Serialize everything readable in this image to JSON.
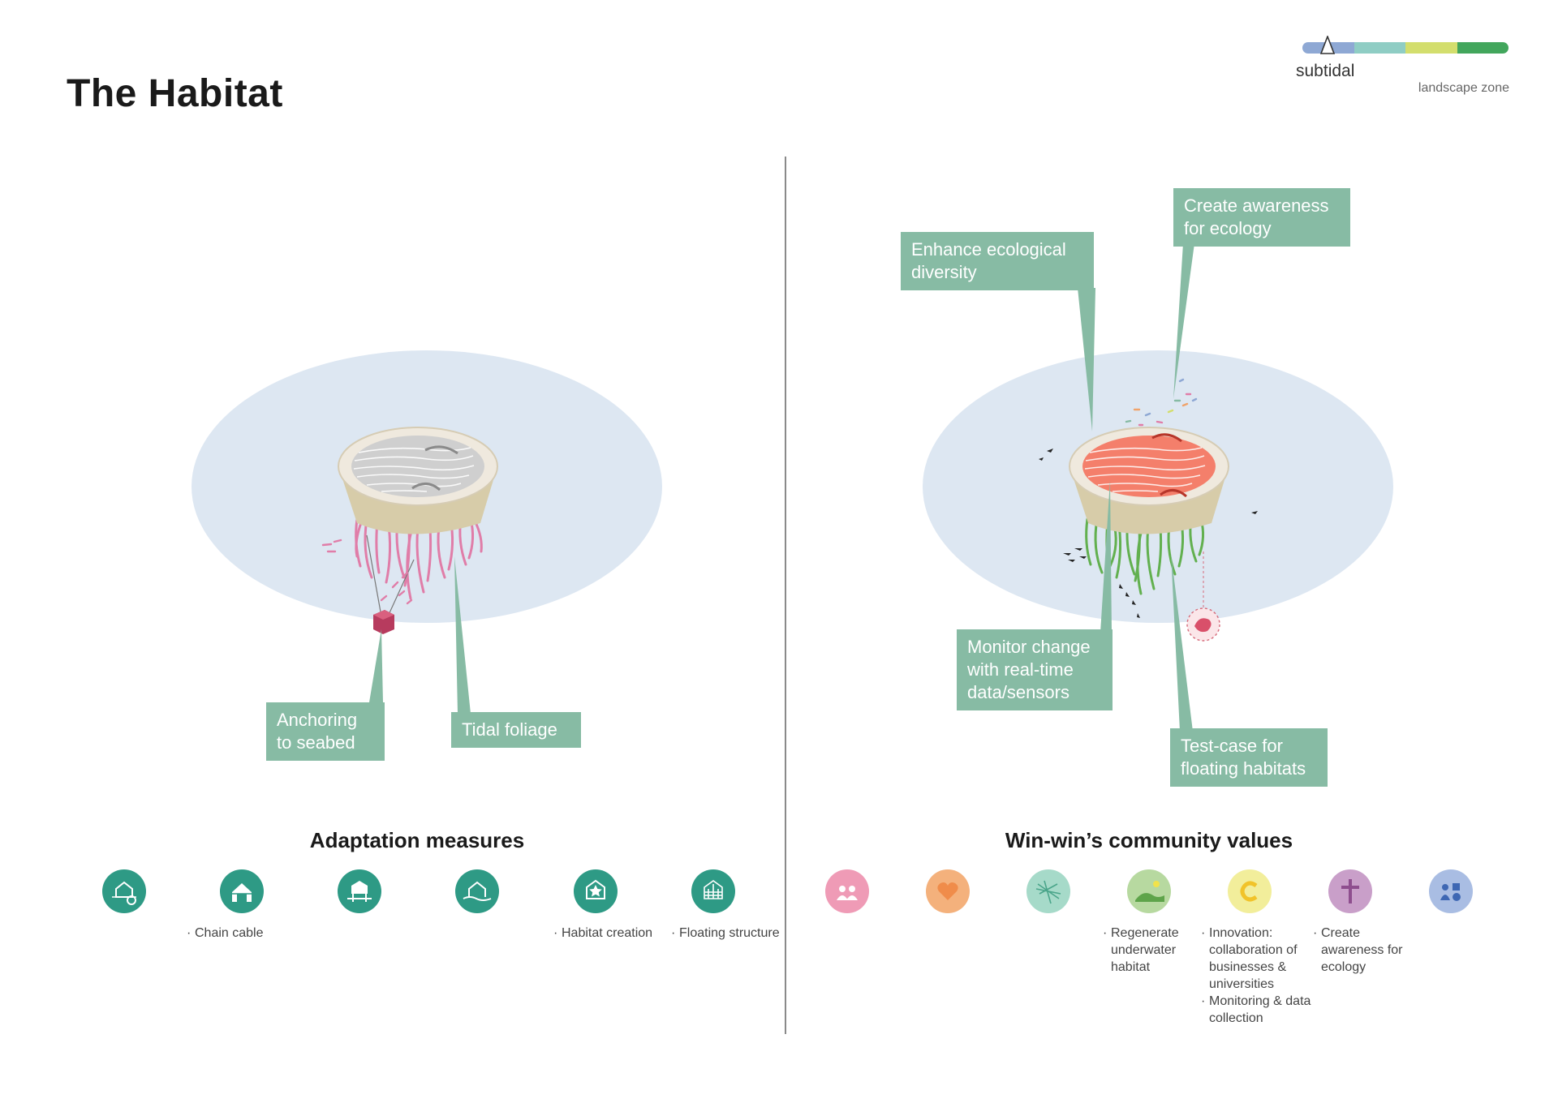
{
  "page": {
    "title": "The Habitat"
  },
  "landscape_zone": {
    "selected": "subtidal",
    "caption": "landscape zone",
    "colors": [
      "#8ea8d4",
      "#8fcdc4",
      "#d3de6d",
      "#42a65c"
    ]
  },
  "left_panel": {
    "callouts": {
      "anchoring": "Anchoring to seabed",
      "tidal": "Tidal foliage"
    },
    "section_title": "Adaptation measures",
    "icon_color": "#2e9a85",
    "icons": [
      {
        "name": "house-gear-icon",
        "captions": []
      },
      {
        "name": "chain-cable-icon",
        "captions": [
          "Chain cable"
        ]
      },
      {
        "name": "stilt-house-icon",
        "captions": []
      },
      {
        "name": "tide-house-icon",
        "captions": []
      },
      {
        "name": "habitat-star-icon",
        "captions": [
          "Habitat creation"
        ]
      },
      {
        "name": "floating-grid-icon",
        "captions": [
          "Floating structure"
        ]
      }
    ]
  },
  "right_panel": {
    "callouts": {
      "enhance": "Enhance ecological diversity",
      "awareness": "Create awareness for ecology",
      "monitor": "Monitor change with real-time data/sensors",
      "testcase": "Test-case for floating habitats"
    },
    "section_title": "Win-win’s community values",
    "icons": [
      {
        "name": "community-icon",
        "color": "#ef9bb6",
        "captions": []
      },
      {
        "name": "heart-icon",
        "color": "#f4b17c",
        "captions": []
      },
      {
        "name": "map-grid-icon",
        "color": "#a6dac9",
        "captions": []
      },
      {
        "name": "landscape-sun-icon",
        "color": "#b7d9a0",
        "captions": [
          "Regenerate underwater habitat"
        ]
      },
      {
        "name": "innovation-c-icon",
        "color": "#f2ee9b",
        "captions": [
          "Innovation: collaboration of businesses & universities",
          "Monitoring & data collection"
        ]
      },
      {
        "name": "landmark-cross-icon",
        "color": "#c99fc9",
        "captions": [
          "Create awareness for ecology"
        ]
      },
      {
        "name": "people-shapes-icon",
        "color": "#a9bde3",
        "captions": []
      }
    ]
  }
}
